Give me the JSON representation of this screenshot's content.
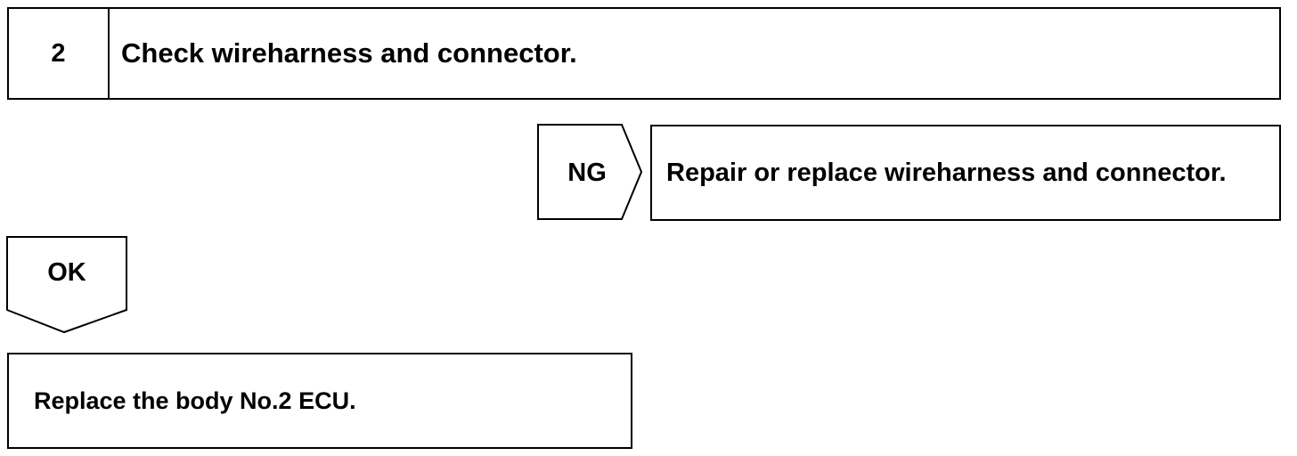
{
  "step": {
    "number": "2",
    "title": "Check wireharness and connector."
  },
  "ng_branch": {
    "label": "NG",
    "action": "Repair or replace wireharness and connector."
  },
  "ok_branch": {
    "label": "OK"
  },
  "result": {
    "text": "Replace the body No.2 ECU."
  }
}
